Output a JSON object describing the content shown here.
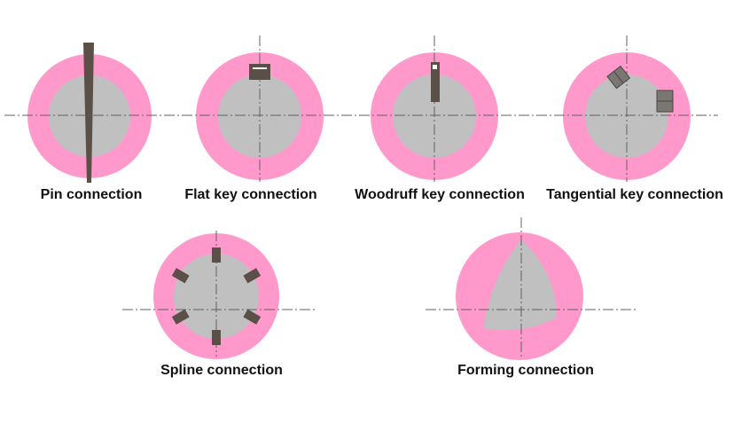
{
  "labels": {
    "pin": "Pin connection",
    "flat_key": "Flat key connection",
    "woodruff_key": "Woodruff key connection",
    "tangential_key": "Tangential key connection",
    "spline": "Spline connection",
    "forming": "Forming connection"
  },
  "colors": {
    "hub": "#ff99cc",
    "shaft": "#c0c0c0",
    "key": "#5a5048"
  }
}
